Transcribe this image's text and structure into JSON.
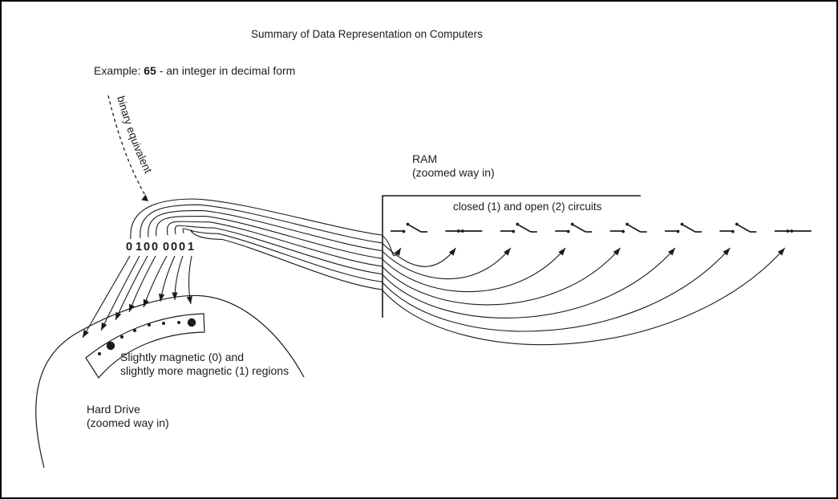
{
  "title": "Summary of Data Representation on Computers",
  "example": {
    "prefix": "Example: ",
    "value": "65",
    "suffix": " - an integer in decimal form"
  },
  "binary": {
    "label": "binary equivalent",
    "digits": [
      "0",
      "1",
      "0",
      "0",
      "0",
      "0",
      "0",
      "1"
    ]
  },
  "ram": {
    "title": "RAM",
    "subtitle": "(zoomed way in)",
    "circuits_label": "closed (1) and open (2) circuits",
    "switch_states": [
      "open",
      "closed",
      "open",
      "open",
      "open",
      "open",
      "open",
      "closed"
    ]
  },
  "hard_drive": {
    "title": "Hard Drive",
    "subtitle": "(zoomed way in)",
    "regions_label": [
      "Slightly magnetic (0) and",
      "slightly more magnetic (1) regions"
    ],
    "dot_sizes": [
      "small",
      "large",
      "small",
      "small",
      "small",
      "small",
      "small",
      "large"
    ]
  },
  "colors": {
    "ink": "#1b1b1b",
    "background": "#ffffff"
  }
}
